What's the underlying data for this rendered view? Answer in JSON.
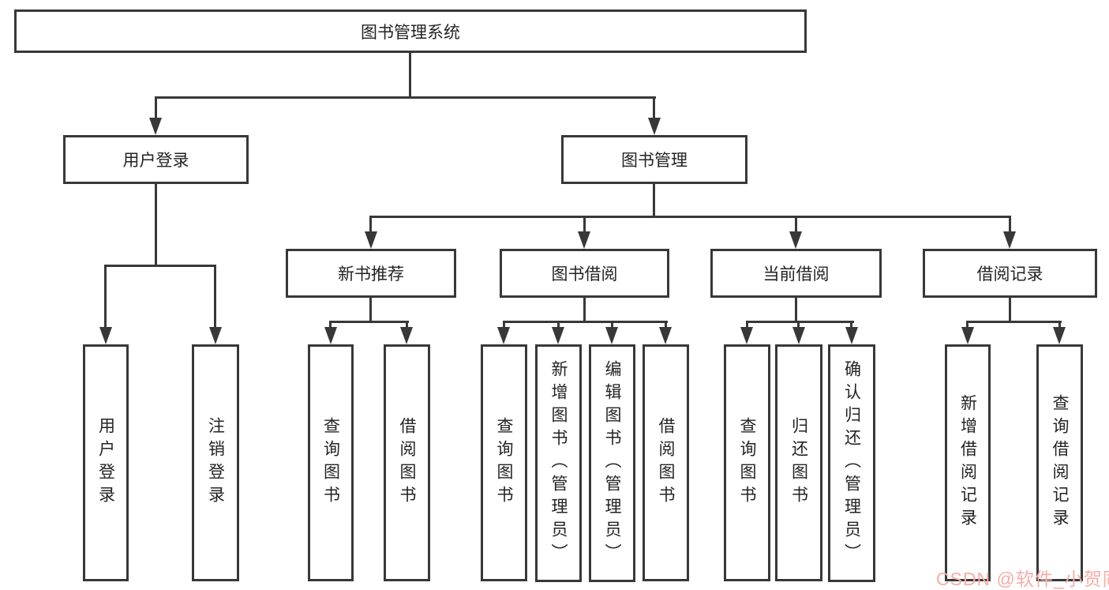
{
  "diagram": {
    "root": {
      "label": "图书管理系统"
    },
    "level2": [
      {
        "label": "用户登录"
      },
      {
        "label": "图书管理"
      }
    ],
    "level3": [
      {
        "label": "新书推荐"
      },
      {
        "label": "图书借阅"
      },
      {
        "label": "当前借阅"
      },
      {
        "label": "借阅记录"
      }
    ],
    "leaves": {
      "user_login": [
        "用户登录",
        "注销登录"
      ],
      "new_book": [
        "查询图书",
        "借阅图书"
      ],
      "book_borrow": [
        "查询图书",
        "新增图书（管理员）",
        "编辑图书（管理员）",
        "借阅图书"
      ],
      "current_borrow": [
        "查询图书",
        "归还图书",
        "确认归还（管理员）"
      ],
      "borrow_records": [
        "新增借阅记录",
        "查询借阅记录"
      ]
    },
    "colors": {
      "line": "#383838",
      "text": "#232323",
      "background": "#ffffff"
    }
  },
  "watermark": {
    "text": "CSDN @软件_小贺同学",
    "color": "#f9aba5"
  }
}
